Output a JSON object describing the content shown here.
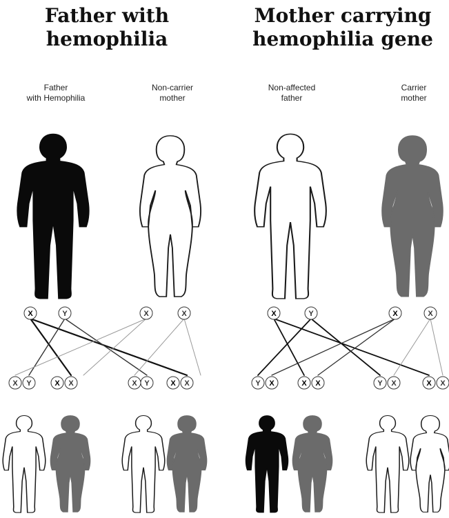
{
  "titles": {
    "left": "Father with hemophilia",
    "right": "Mother carrying hemophilia gene"
  },
  "parents": [
    {
      "label": [
        "Father",
        "with Hemophilia"
      ],
      "status": "affected",
      "sex": "male"
    },
    {
      "label": [
        "Non-carrier",
        "mother"
      ],
      "status": "unaffected",
      "sex": "female"
    },
    {
      "label": [
        "Non-affected",
        "father"
      ],
      "status": "unaffected",
      "sex": "male"
    },
    {
      "label": [
        "Carrier",
        "mother"
      ],
      "status": "carrier",
      "sex": "female"
    }
  ],
  "parent_alleles": [
    [
      "X",
      "Y"
    ],
    [
      "X",
      "X"
    ],
    [
      "X",
      "Y"
    ],
    [
      "X",
      "X"
    ]
  ],
  "offspring_left": [
    {
      "alleles": [
        "X",
        "Y"
      ],
      "sex": "male",
      "status": "unaffected"
    },
    {
      "alleles": [
        "X",
        "X"
      ],
      "sex": "female",
      "status": "carrier"
    },
    {
      "alleles": [
        "X",
        "Y"
      ],
      "sex": "male",
      "status": "unaffected"
    },
    {
      "alleles": [
        "X",
        "X"
      ],
      "sex": "female",
      "status": "carrier"
    }
  ],
  "offspring_right": [
    {
      "alleles": [
        "Y",
        "X"
      ],
      "sex": "male",
      "status": "affected"
    },
    {
      "alleles": [
        "X",
        "X"
      ],
      "sex": "female",
      "status": "carrier"
    },
    {
      "alleles": [
        "Y",
        "X"
      ],
      "sex": "male",
      "status": "unaffected"
    },
    {
      "alleles": [
        "X",
        "X"
      ],
      "sex": "female",
      "status": "unaffected"
    }
  ],
  "colors": {
    "affected": "#0a0a0a",
    "carrier": "#6b6b6b",
    "unaffected": "#ffffff",
    "outline": "#1a1a1a"
  }
}
